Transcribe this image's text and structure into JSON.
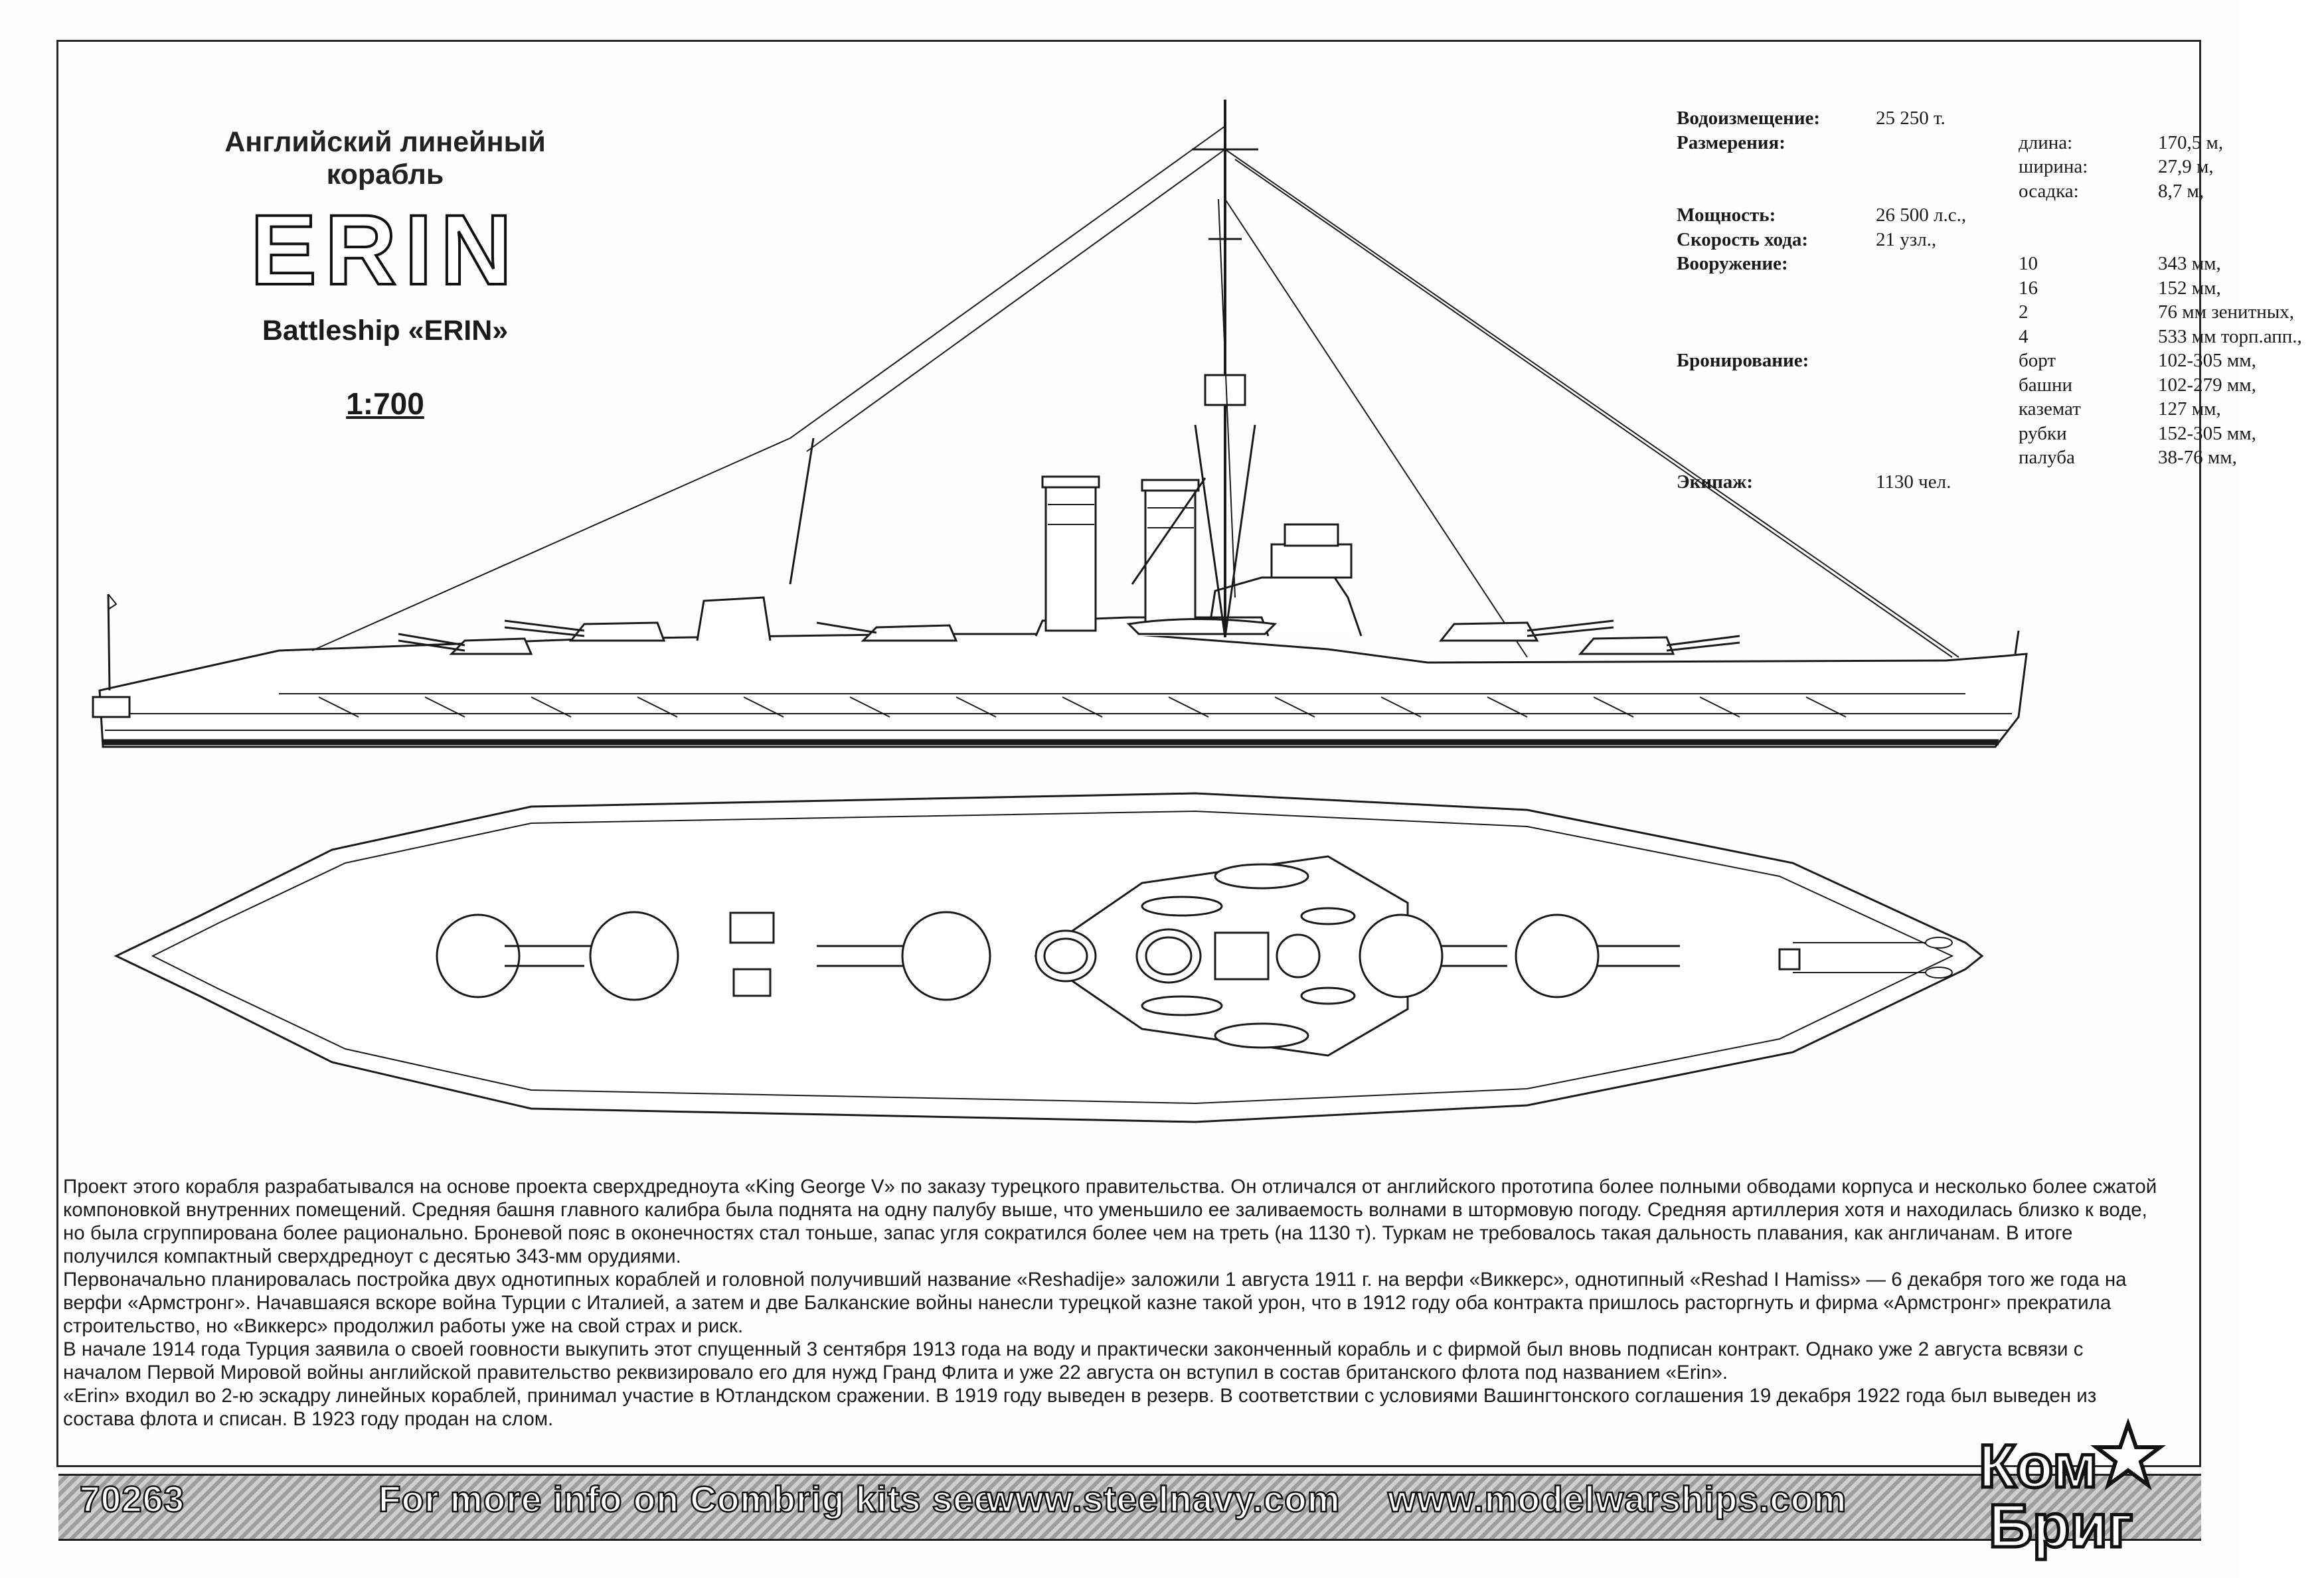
{
  "title": {
    "ru": "Английский линейный корабль",
    "name": "ERIN",
    "en": "Battleship «ERIN»",
    "scale": "1:700"
  },
  "specs": [
    {
      "label": "Водоизмещение:",
      "c1": "25 250 т.",
      "c2": "",
      "c3": ""
    },
    {
      "label": "Размерения:",
      "c1": "",
      "c2": "длина:",
      "c3": "170,5 м,"
    },
    {
      "label": "",
      "c1": "",
      "c2": "ширина:",
      "c3": "27,9 м,"
    },
    {
      "label": "",
      "c1": "",
      "c2": "осадка:",
      "c3": "8,7 м,"
    },
    {
      "label": "Мощность:",
      "c1": "26 500 л.с.,",
      "c2": "",
      "c3": ""
    },
    {
      "label": "Скорость хода:",
      "c1": "21 узл.,",
      "c2": "",
      "c3": ""
    },
    {
      "label": "Вооружение:",
      "c1": "",
      "c2": "10",
      "c3": "343 мм,"
    },
    {
      "label": "",
      "c1": "",
      "c2": "16",
      "c3": "152 мм,"
    },
    {
      "label": "",
      "c1": "",
      "c2": "2",
      "c3": "76 мм зенитных,"
    },
    {
      "label": "",
      "c1": "",
      "c2": "4",
      "c3": "533 мм торп.апп.,"
    },
    {
      "label": "Бронирование:",
      "c1": "",
      "c2": "борт",
      "c3": "102-305 мм,"
    },
    {
      "label": "",
      "c1": "",
      "c2": "башни",
      "c3": "102-279 мм,"
    },
    {
      "label": "",
      "c1": "",
      "c2": "каземат",
      "c3": "127 мм,"
    },
    {
      "label": "",
      "c1": "",
      "c2": "рубки",
      "c3": "152-305 мм,"
    },
    {
      "label": "",
      "c1": "",
      "c2": "палуба",
      "c3": "38-76 мм,"
    },
    {
      "label": "Экипаж:",
      "c1": "1130 чел.",
      "c2": "",
      "c3": ""
    }
  ],
  "history": [
    "Проект этого корабля разрабатывался на основе проекта сверхдредноута «King George V» по заказу турецкого правительства. Он отличался от английского прототипа более полными обводами корпуса и несколько более сжатой компоновкой внутренних помещений. Средняя башня главного калибра была поднята на одну палубу выше, что уменьшило ее заливаемость волнами в штормовую погоду. Средняя артиллерия хотя и находилась близко к воде, но была сгруппирована более рационально. Броневой пояс в оконечностях стал тоньше, запас угля сократился более чем на треть (на 1130 т). Туркам не требовалось такая дальность плавания, как англичанам. В итоге получился компактный сверхдредноут с десятью 343-мм орудиями.",
    "Первоначально планировалась постройка двух однотипных кораблей и головной получивший название «Reshadije» заложили 1 августа 1911 г. на верфи «Виккерс», однотипный «Reshad I Hamiss» — 6 декабря того же года на верфи «Армстронг». Начавшаяся вскоре война Турции с Италией, а затем и две Балканские войны нанесли турецкой казне такой урон, что в 1912 году оба контракта пришлось расторгнуть и фирма «Армстронг» прекратила строительство, но «Виккерс» продолжил работы уже на свой страх и риск.",
    "В начале 1914 года Турция заявила о своей гоовности выкупить этот спущенный 3 сентября 1913 года на воду и практически законченный корабль и с фирмой был вновь подписан контракт. Однако уже 2 августа всвязи с началом Первой Мировой войны английской правительство реквизировало его для нужд Гранд Флита и уже 22 августа он вступил в состав британского флота под названием «Erin».",
    "«Erin» входил во 2-ю эскадру линейных кораблей, принимал участие в Ютландском сражении. В 1919 году выведен в резерв. В соответствии с условиями Вашингтонского соглашения 19 декабря 1922 года был выведен из состава флота и списан. В 1923 году продан на слом."
  ],
  "footer": {
    "kit_number": "70263",
    "info": "For more info on Combrig kits see:",
    "site1": "www.steelnavy.com",
    "site2": "www.modelwarships.com",
    "logo_top": "Ком",
    "logo_bottom": "Бриг"
  }
}
